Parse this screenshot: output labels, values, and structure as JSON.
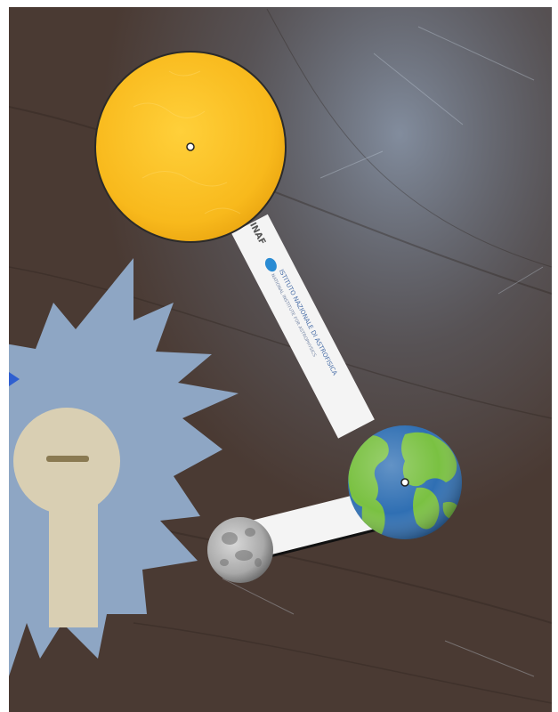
{
  "photo": {
    "background_color": "#ffffff",
    "table_color": "#4a3a33",
    "table_highlight_color": "#6f7f93"
  },
  "sun": {
    "fill_color": "#f8b91c",
    "outline_color": "#2a2a2a"
  },
  "sun_earth_arm": {
    "color": "#f4f4f4",
    "logo_text": "INAF",
    "logo_dot_color": "#2a8bd3",
    "institute_text": "ISTITUTO NAZIONALE DI ASTROFISICA",
    "institute_subtext": "NATIONAL INSTITUTE FOR ASTROPHYSICS"
  },
  "earth": {
    "ocean_color": "#2f6fb3",
    "land_color": "#7ac142"
  },
  "earth_moon_arm": {
    "color": "#f4f4f4"
  },
  "moon": {
    "fill_color": "#a9a9a9",
    "crater_color": "#6d6d6d"
  },
  "star_cutout": {
    "fill_color": "#8ea6c4"
  },
  "badge_cutout": {
    "fill_color": "#d9cfb3",
    "pin_color": "#8a7a52"
  },
  "blue_arrow": {
    "color": "#2f5fd0"
  }
}
